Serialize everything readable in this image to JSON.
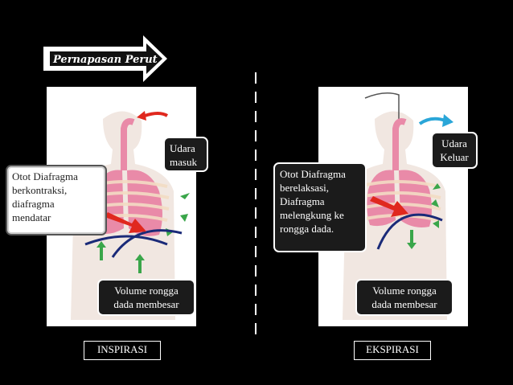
{
  "banner": {
    "title": "Pernapasan Perut"
  },
  "left": {
    "air_label": "Udara\nmasuk",
    "muscle_label": "Otot Diafragma\nberkontraksi,\ndiafragma\nmendatar",
    "volume_label": "Volume rongga\ndada membesar",
    "phase_label": "INSPIRASI"
  },
  "right": {
    "air_label": "Udara\nKeluar",
    "muscle_label": "Otot Diafragma\nberelaksasi,\nDiafragma\nmelengkung ke\nrongga dada.",
    "volume_label": "Volume rongga\ndada membesar",
    "phase_label": "EKSPIRASI"
  },
  "colors": {
    "background": "#000000",
    "arrow_red": "#e0281e",
    "arrow_green": "#3aa64a",
    "arrow_blue": "#2aa6d8",
    "diaphragm_line": "#1a2a78",
    "lung_pink": "#e98aa8",
    "skin": "#f1e7e1"
  }
}
